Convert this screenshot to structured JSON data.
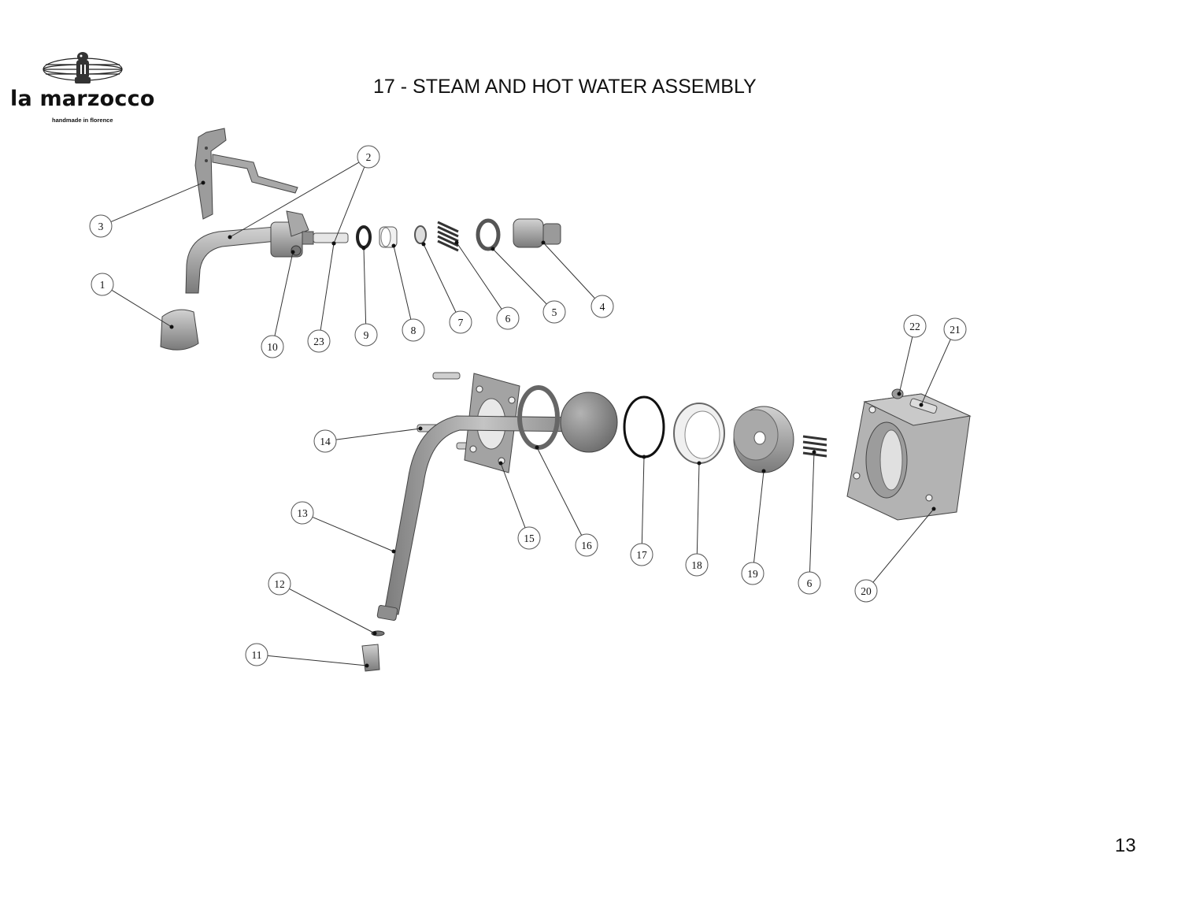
{
  "brand": {
    "name": "la marzocco",
    "tagline": "handmade in florence"
  },
  "title": "17 - STEAM AND HOT WATER ASSEMBLY",
  "page_number": "13",
  "callouts": [
    "1",
    "2",
    "3",
    "4",
    "5",
    "6",
    "7",
    "8",
    "9",
    "10",
    "11",
    "12",
    "13",
    "14",
    "15",
    "16",
    "17",
    "18",
    "19",
    "6",
    "20",
    "21",
    "22",
    "23"
  ]
}
